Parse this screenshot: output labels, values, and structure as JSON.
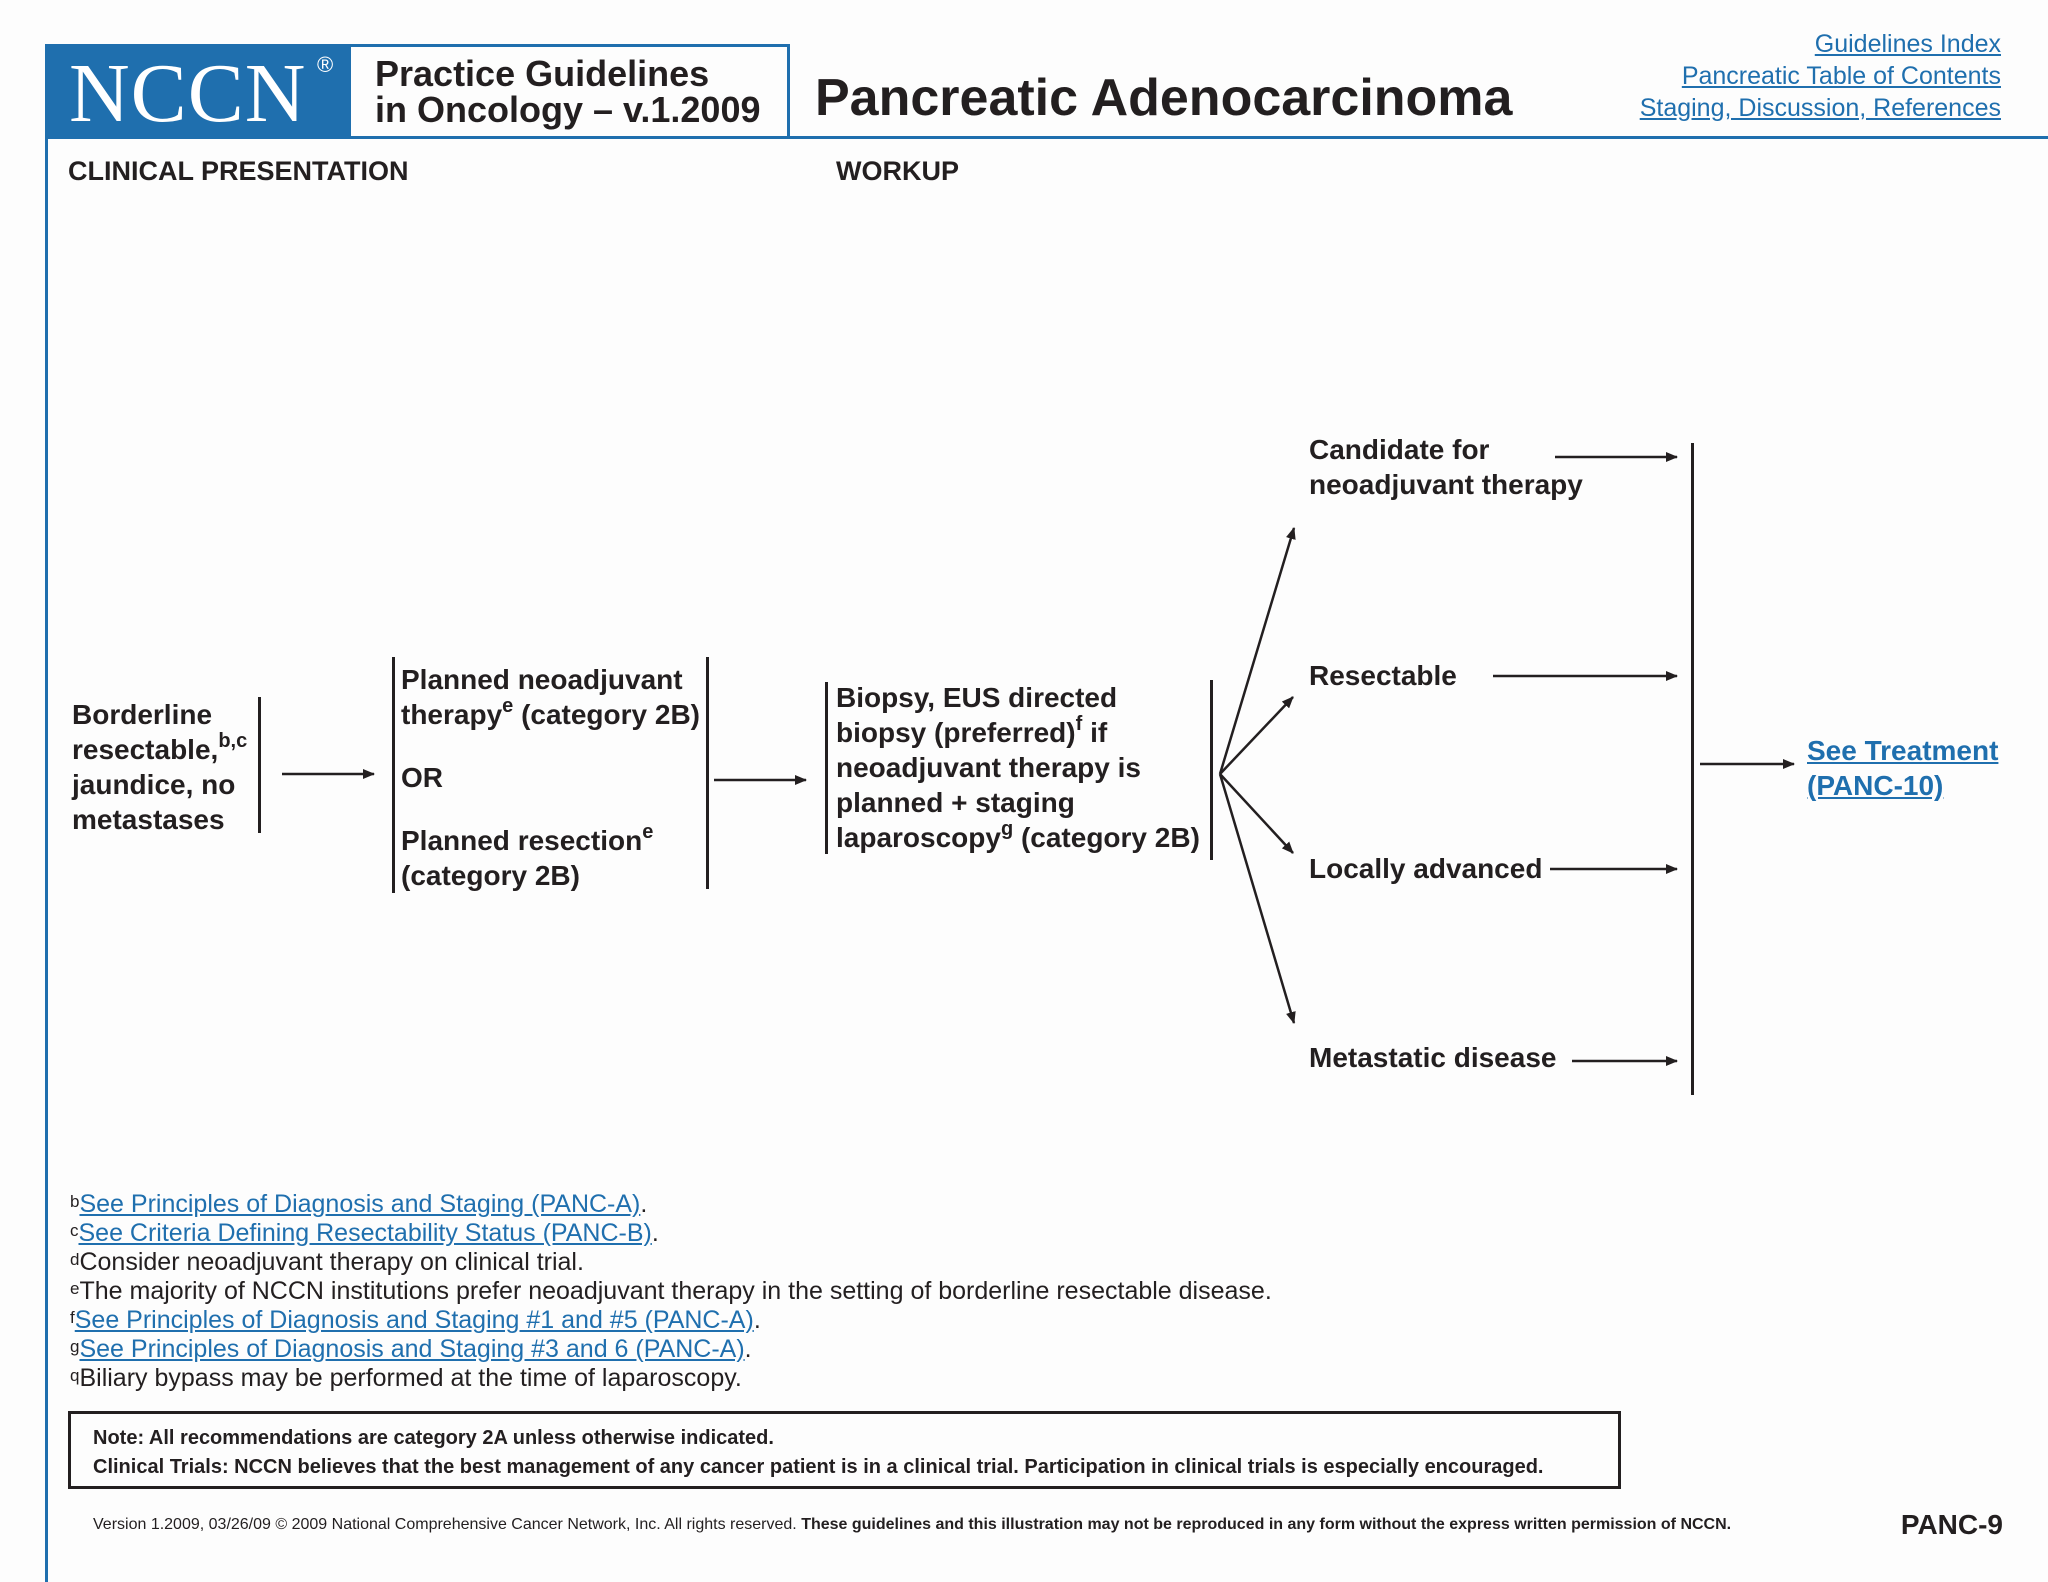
{
  "header": {
    "logo_text": "NCCN",
    "logo_mark": "®",
    "guidelines_line1": "Practice Guidelines",
    "guidelines_line2": "in Oncology – v.1.2009",
    "title": "Pancreatic Adenocarcinoma",
    "nav": [
      "Guidelines Index",
      "Pancreatic Table of Contents",
      "Staging, Discussion, References"
    ]
  },
  "sections": {
    "clinical_presentation": "CLINICAL PRESENTATION",
    "workup": "WORKUP"
  },
  "flow": {
    "presentation": {
      "line1": "Borderline",
      "line2": "resectable,",
      "line2_sup": "b,c",
      "line3": "jaundice, no",
      "line4": "metastases"
    },
    "plan": {
      "line1": "Planned neoadjuvant",
      "line2": "therapy",
      "line2_sup": "e",
      "line2_tail": "(category 2B)",
      "or": "OR",
      "line3": "Planned resection",
      "line3_sup": "e",
      "line4": "(category 2B)"
    },
    "workup": {
      "line1": "Biopsy, EUS directed",
      "line2": "biopsy (preferred)",
      "line2_sup": "f",
      "line2_tail": "if",
      "line3": "neoadjuvant therapy is",
      "line4": "planned + staging",
      "line5": "laparoscopy",
      "line5_sup": "g",
      "line5_tail": "(category 2B)"
    },
    "outcomes": {
      "candidate_line1": "Candidate for",
      "candidate_line2": "neoadjuvant therapy",
      "resectable": "Resectable",
      "locally_advanced": "Locally advanced",
      "metastatic": "Metastatic disease"
    },
    "see_treatment_line1": "See Treatment",
    "see_treatment_line2": "(PANC-10)"
  },
  "footnotes": [
    {
      "mark": "b",
      "link": "See Principles of Diagnosis and Staging (PANC-A)",
      "text": "."
    },
    {
      "mark": "c",
      "link": "See Criteria Defining Resectability Status (PANC-B)",
      "text": "."
    },
    {
      "mark": "d",
      "link": "",
      "text": "Consider neoadjuvant therapy on clinical trial."
    },
    {
      "mark": "e",
      "link": "",
      "text": "The majority of NCCN institutions prefer neoadjuvant therapy in the setting of borderline resectable disease."
    },
    {
      "mark": "f",
      "link": "See Principles of Diagnosis and Staging #1 and #5 (PANC-A)",
      "text": "."
    },
    {
      "mark": "g",
      "link": "See Principles of Diagnosis and Staging #3 and 6 (PANC-A)",
      "text": "."
    },
    {
      "mark": "q",
      "link": "",
      "text": "Biliary bypass may be performed at the time of laparoscopy."
    }
  ],
  "note": {
    "line1": "Note:  All recommendations are category 2A unless otherwise indicated.",
    "line2": "Clinical Trials: NCCN believes that the best management of any cancer patient is in a clinical trial.  Participation in clinical trials is especially encouraged."
  },
  "footer": {
    "version": "Version 1.2009, 03/26/09 © 2009 National Comprehensive Cancer Network, Inc. All rights reserved.",
    "rights": "These guidelines and this illustration may not be reproduced in any form without the express written permission of NCCN.",
    "page_id": "PANC-9"
  },
  "colors": {
    "brand_blue": "#1f6fae",
    "text": "#231f20"
  }
}
